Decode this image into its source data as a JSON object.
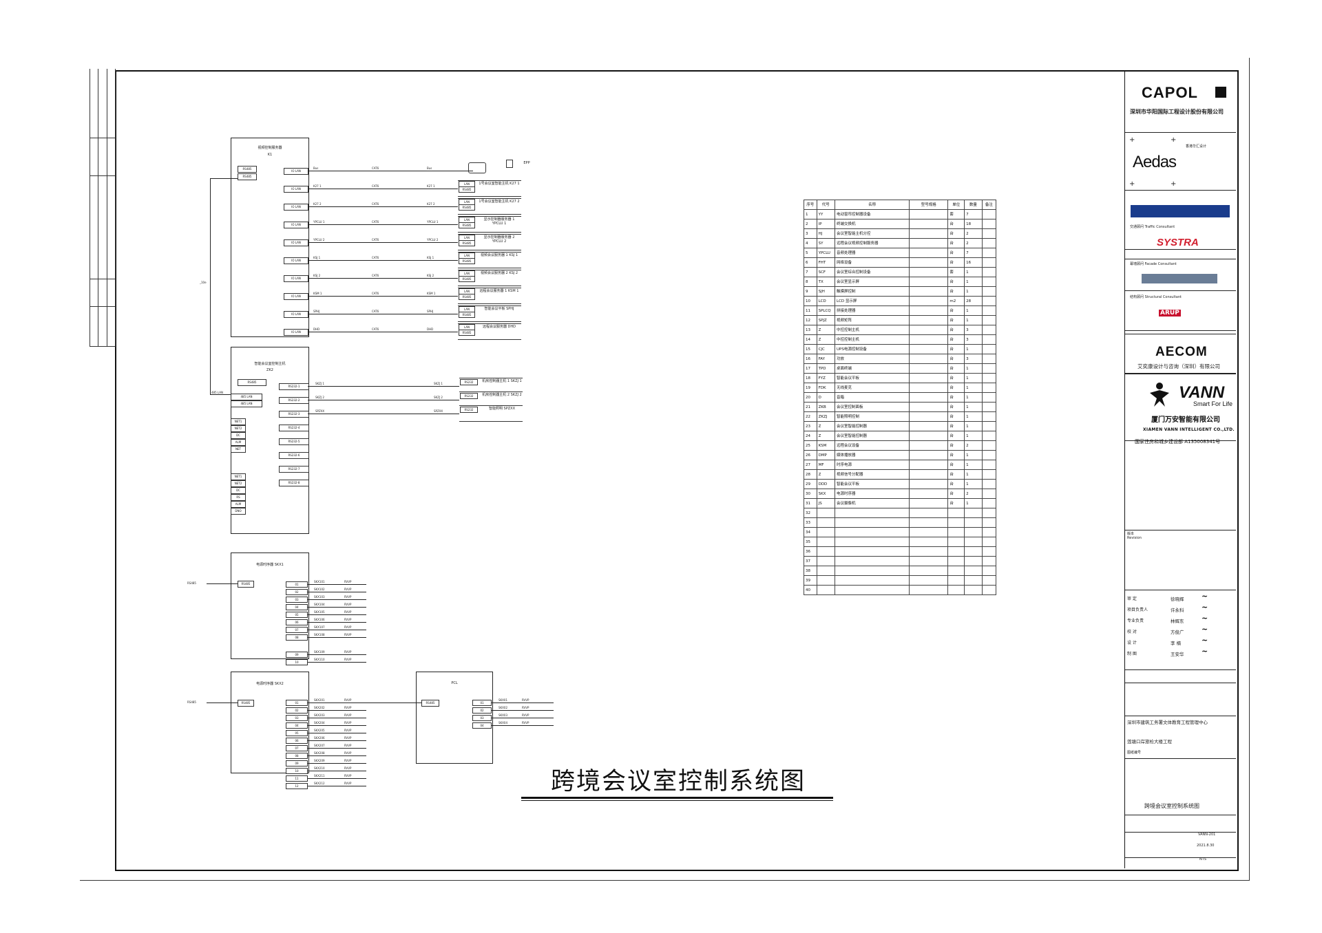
{
  "main_title": "跨境会议室控制系统图",
  "left_strip": {
    "side_label": "_10e"
  },
  "server": {
    "title": "视频控制服务器",
    "subtitle": "K1",
    "in_port": "RS485",
    "ports": [
      "IO LAN",
      "IO LAN",
      "IO LAN",
      "IO LAN",
      "IO LAN",
      "IO LAN",
      "IO LAN",
      "IO LAN",
      "IO LAN",
      "IO LAN"
    ],
    "wire_type": "CAT6",
    "devices": [
      {
        "name": "EPP",
        "label": "Bus"
      },
      {
        "name": "1号会议室智能主机 K27 1",
        "label": "K27 1"
      },
      {
        "name": "1号会议室智能主机 K27 2",
        "label": "K27 2"
      },
      {
        "name": "显示控制器服务器 1 YPCLU 1",
        "label": "YPCLU 1"
      },
      {
        "name": "显示控制器服务器 2 YPCLU 2",
        "label": "YPCLU 2"
      },
      {
        "name": "视频会议服务器 1 KSJ 1",
        "label": "KSJ 1"
      },
      {
        "name": "视频会议服务器 2 KSJ 2",
        "label": "KSJ 2"
      },
      {
        "name": "远程会议服务器 1 KSM 1",
        "label": "KSM 1"
      },
      {
        "name": "智能会议平板 SPHJ",
        "label": "SPHJ"
      },
      {
        "name": "远程会议服务器 DHD",
        "label": "DHD"
      }
    ]
  },
  "central_ctrl": {
    "title": "智能会议室控制主机",
    "subtitle": "ZK2",
    "in_label": "485 LAN",
    "in_port": "RS485",
    "side_ports": [
      "NET1",
      "NET2",
      "DC",
      "ALM",
      "NET",
      "NET1",
      "NET2",
      "DC",
      "RS",
      "ALM",
      "DNO"
    ],
    "ports": [
      "RS232-1",
      "RS232-2",
      "RS232-3",
      "RS232-4",
      "RS232-5",
      "RS232-6",
      "RS232-7",
      "RS232-8"
    ],
    "devices": [
      {
        "name": "机房控制器主机 1 SKZJ 1",
        "label": "SKZJ 1"
      },
      {
        "name": "机房控制器主机 2 SKZJ 2",
        "label": "SKZJ 2"
      },
      {
        "name": "智能照明 SPZXX",
        "label": "SPZXX"
      }
    ]
  },
  "relay1": {
    "title": "电源时序器 SKX1",
    "in_port": "RS485",
    "in_label": "RS485",
    "rows": [
      "SKX101",
      "SKX102",
      "SKX103",
      "SKX104",
      "SKX105",
      "SKX106",
      "SKX107",
      "SKX108",
      "SKX109",
      "SKX110"
    ],
    "wire": "RVVP"
  },
  "relay2": {
    "title": "电源时序器 SKX2",
    "in_port": "RS485",
    "in_label": "RS485",
    "rows": [
      "SKX201",
      "SKX202",
      "SKX203",
      "SKX204",
      "SKX205",
      "SKX206",
      "SKX207",
      "SKX208",
      "SKX209",
      "SKX210",
      "SKX211",
      "SKX212"
    ],
    "wire": "RVVP"
  },
  "plc": {
    "title": "PCL",
    "in_port": "RS485",
    "rows": [
      "SKX01",
      "SKX02",
      "SKX03",
      "SKX04"
    ],
    "wire": "RVVP"
  },
  "equipment_table": {
    "headers": [
      "序号",
      "代号",
      "名称",
      "型号规格",
      "单位",
      "数量",
      "备注"
    ],
    "rows": [
      [
        "1",
        "YY",
        "电动窗帘控制器设备",
        "",
        "套",
        "7",
        ""
      ],
      [
        "2",
        "IP",
        "终端交换机",
        "",
        "台",
        "18",
        ""
      ],
      [
        "3",
        "HJ",
        "会议室智能主机分控",
        "",
        "台",
        "2",
        ""
      ],
      [
        "4",
        "SY",
        "远程会议视频控制服务器",
        "",
        "台",
        "2",
        ""
      ],
      [
        "5",
        "YPCLU",
        "音频处理器",
        "",
        "台",
        "7",
        ""
      ],
      [
        "6",
        "FHT",
        "网络设备",
        "",
        "台",
        "16",
        ""
      ],
      [
        "7",
        "SCF",
        "会议室综合控制设备",
        "",
        "套",
        "1",
        ""
      ],
      [
        "8",
        "TX",
        "会议室显示屏",
        "",
        "台",
        "1",
        ""
      ],
      [
        "9",
        "SJH",
        "触摸屏控制",
        "",
        "台",
        "1",
        ""
      ],
      [
        "10",
        "LCD",
        "LCD 显示屏",
        "",
        "m2",
        "28",
        ""
      ],
      [
        "11",
        "SPLCQ",
        "拼接处理器",
        "",
        "台",
        "1",
        ""
      ],
      [
        "12",
        "SPJZ",
        "视频矩阵",
        "",
        "台",
        "1",
        ""
      ],
      [
        "13",
        "Z",
        "中控控制主机",
        "",
        "台",
        "3",
        ""
      ],
      [
        "14",
        "Z",
        "中控控制主机",
        "",
        "台",
        "3",
        ""
      ],
      [
        "15",
        "CJC",
        "UPS电源控制设备",
        "",
        "台",
        "1",
        ""
      ],
      [
        "16",
        "FAY",
        "功放",
        "",
        "台",
        "3",
        ""
      ],
      [
        "17",
        "TPD",
        "桌面终端",
        "",
        "台",
        "1",
        ""
      ],
      [
        "18",
        "FYZ",
        "智能会议平板",
        "",
        "台",
        "1",
        ""
      ],
      [
        "19",
        "FDK",
        "无线麦克",
        "",
        "台",
        "1",
        ""
      ],
      [
        "20",
        "D",
        "音箱",
        "",
        "台",
        "1",
        ""
      ],
      [
        "21",
        "ZKB",
        "会议室控制面板",
        "",
        "台",
        "1",
        ""
      ],
      [
        "22",
        "ZKZJ",
        "智能照明控制",
        "",
        "台",
        "1",
        ""
      ],
      [
        "23",
        "Z",
        "会议室智能控制器",
        "",
        "台",
        "1",
        ""
      ],
      [
        "24",
        "Z",
        "会议室智能控制器",
        "",
        "台",
        "1",
        ""
      ],
      [
        "25",
        "KSM",
        "远程会议设备",
        "",
        "台",
        "2",
        ""
      ],
      [
        "26",
        "DMP",
        "媒体播放器",
        "",
        "台",
        "1",
        ""
      ],
      [
        "27",
        "MF",
        "时序电源",
        "",
        "台",
        "1",
        ""
      ],
      [
        "28",
        "Z",
        "视频信号分配器",
        "",
        "台",
        "1",
        ""
      ],
      [
        "29",
        "DDD",
        "智能会议平板",
        "",
        "台",
        "1",
        ""
      ],
      [
        "30",
        "SKX",
        "电源时序器",
        "",
        "台",
        "2",
        ""
      ],
      [
        "31",
        "JS",
        "会议摄像机",
        "",
        "台",
        "1",
        ""
      ],
      [
        "32",
        "",
        "",
        "",
        "",
        "",
        ""
      ],
      [
        "33",
        "",
        "",
        "",
        "",
        "",
        ""
      ],
      [
        "34",
        "",
        "",
        "",
        "",
        "",
        ""
      ],
      [
        "35",
        "",
        "",
        "",
        "",
        "",
        ""
      ],
      [
        "36",
        "",
        "",
        "",
        "",
        "",
        ""
      ],
      [
        "37",
        "",
        "",
        "",
        "",
        "",
        ""
      ],
      [
        "38",
        "",
        "",
        "",
        "",
        "",
        ""
      ],
      [
        "39",
        "",
        "",
        "",
        "",
        "",
        ""
      ],
      [
        "40",
        "",
        "",
        "",
        "",
        "",
        ""
      ]
    ]
  },
  "title_block": {
    "capol": "CAPOL",
    "capol_cn": "深圳市华阳国际工程设计股份有限公司",
    "aedas": "Aedas",
    "aedas_info": "香港华汇设计",
    "consultant_label": "交通顾问 Traffic Consultant",
    "systra": "SYSTRA",
    "facade_label": "幕墙顾问 Facade Consultant",
    "structure_label": "结构顾问 Structural Consultant",
    "arup": "ARUP",
    "aecom": "AECOM",
    "aecom_cn": "艾奕康设计与咨询（深圳）有限公司",
    "vann": "VANN",
    "vann_tag": "Smart For Life",
    "vann_cn": "厦门万安智能有限公司",
    "vann_en": "XIAMEN VANN INTELLIGENT CO.,LTD.",
    "vann_lic": "国家住房和城乡建设部 A135008341号",
    "revision_label": "版本",
    "revision_en": "Revision",
    "roles": [
      "审 定",
      "项目负责人",
      "专业负责",
      "校 对",
      "设 计",
      "制 图"
    ],
    "people": [
      "徐晓辉",
      "许永科",
      "林辉东",
      "方俊广",
      "李 楠",
      "王安华"
    ],
    "client": "深圳市建筑工务署文体教育工程管理中心",
    "project": "莲塘口岸旅检大楼工程",
    "drawing_no_label": "图纸编号",
    "drawing_name": "跨境会议室控制系统图",
    "date": "2021.8.30",
    "scale": "NTS",
    "drawing_num": "VANN-201"
  }
}
